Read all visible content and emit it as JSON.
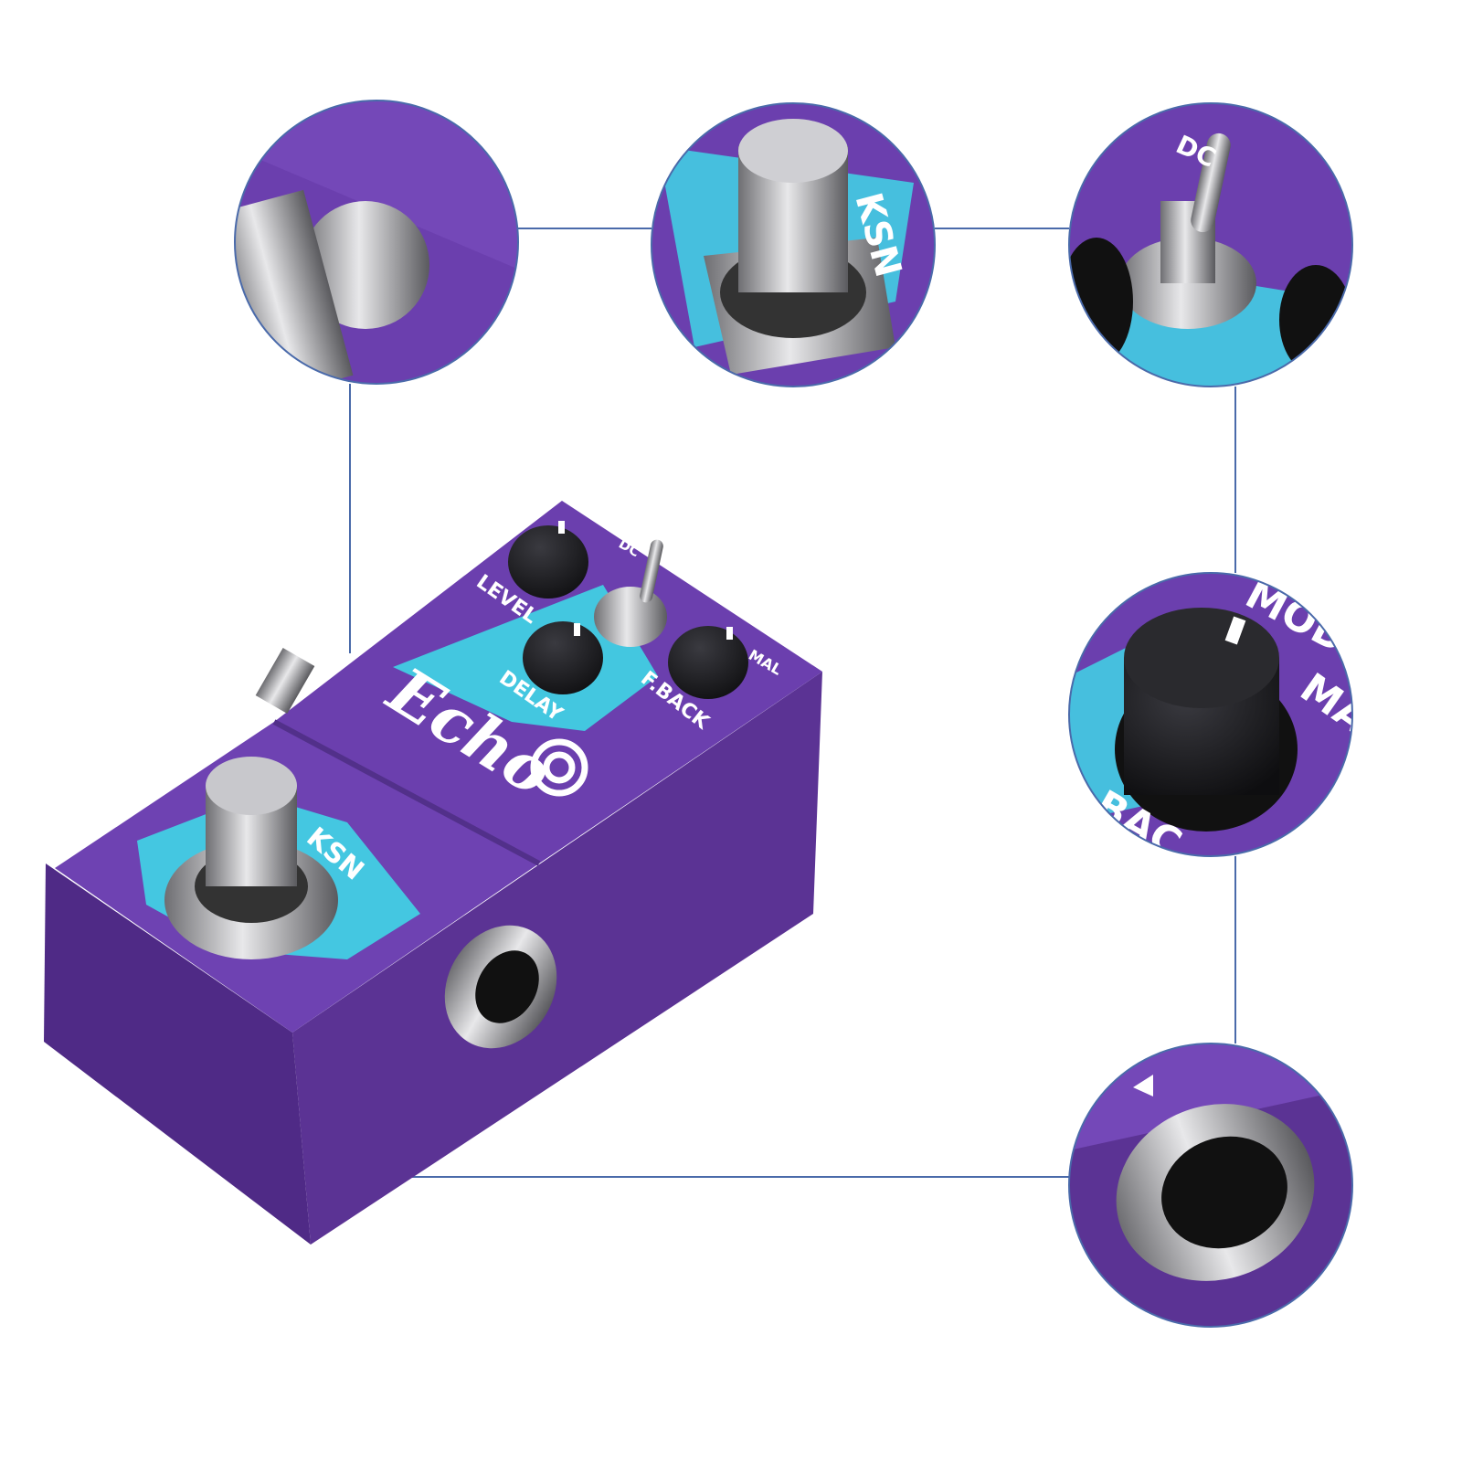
{
  "product": {
    "name": "Echo",
    "brand_mark": "KSN",
    "controls": {
      "level": "LEVEL",
      "delay": "DELAY",
      "feedback": "F.BACK",
      "mode_mod": "MOD",
      "mode_normal": "MAL",
      "power": "DC"
    },
    "detail_callouts": {
      "toggle_label": "DC",
      "mod": "MOD",
      "normal": "MAL",
      "back": "BAC"
    }
  },
  "colors": {
    "body_purple": "#6b3fae",
    "pattern_cyan": "#3fd6e6",
    "callout_line": "#4a6aaa",
    "knob": "#1a1a1e",
    "metal": "#a9a9ae"
  }
}
